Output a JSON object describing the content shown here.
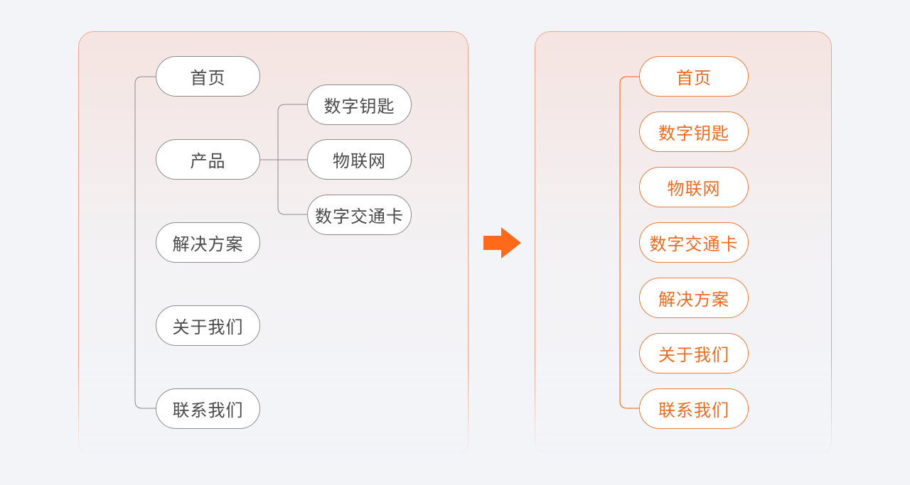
{
  "before": {
    "main_items": [
      {
        "label": "首页"
      },
      {
        "label": "产品"
      },
      {
        "label": "解决方案"
      },
      {
        "label": "关于我们"
      },
      {
        "label": "联系我们"
      }
    ],
    "product_children": [
      {
        "label": "数字钥匙"
      },
      {
        "label": "物联网"
      },
      {
        "label": "数字交通卡"
      }
    ]
  },
  "after": {
    "items": [
      {
        "label": "首页"
      },
      {
        "label": "数字钥匙"
      },
      {
        "label": "物联网"
      },
      {
        "label": "数字交通卡"
      },
      {
        "label": "解决方案"
      },
      {
        "label": "关于我们"
      },
      {
        "label": "联系我们"
      }
    ]
  },
  "colors": {
    "accent": "#ff6a1a",
    "after_text": "#f06a22",
    "before_text": "#4a4a4a",
    "before_border": "#8c8c8c",
    "background": "#f3f4f8"
  },
  "icons": {
    "transition": "right-arrow-icon"
  }
}
